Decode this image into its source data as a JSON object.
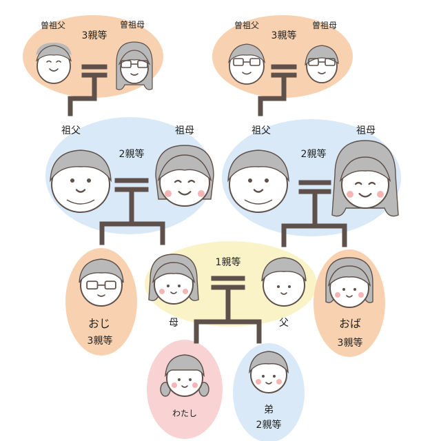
{
  "colors": {
    "blob_orange": "#f8d2b0",
    "blob_blue": "#d9e9f8",
    "blob_yellow": "#fbf3c8",
    "blob_pink": "#f9d3d3",
    "line": "#5e504a",
    "hair": "#b9b9b9",
    "skin": "#ffffff",
    "cheek": "#f6b5b5"
  },
  "labels": {
    "ggf_left": "曽祖父",
    "ggm_left": "曽祖母",
    "gg_left_degree": "3親等",
    "ggf_right": "曽祖父",
    "ggm_right": "曽祖母",
    "gg_right_degree": "3親等",
    "gf_left": "祖父",
    "gm_left": "祖母",
    "g_left_degree": "2親等",
    "gf_right": "祖父",
    "gm_right": "祖母",
    "g_right_degree": "2親等",
    "parents_degree": "1親等",
    "uncle": "おじ",
    "uncle_degree": "3親等",
    "mother": "母",
    "father": "父",
    "aunt": "おば",
    "aunt_degree": "3親等",
    "me": "わたし",
    "brother": "弟",
    "brother_degree": "2親等"
  }
}
